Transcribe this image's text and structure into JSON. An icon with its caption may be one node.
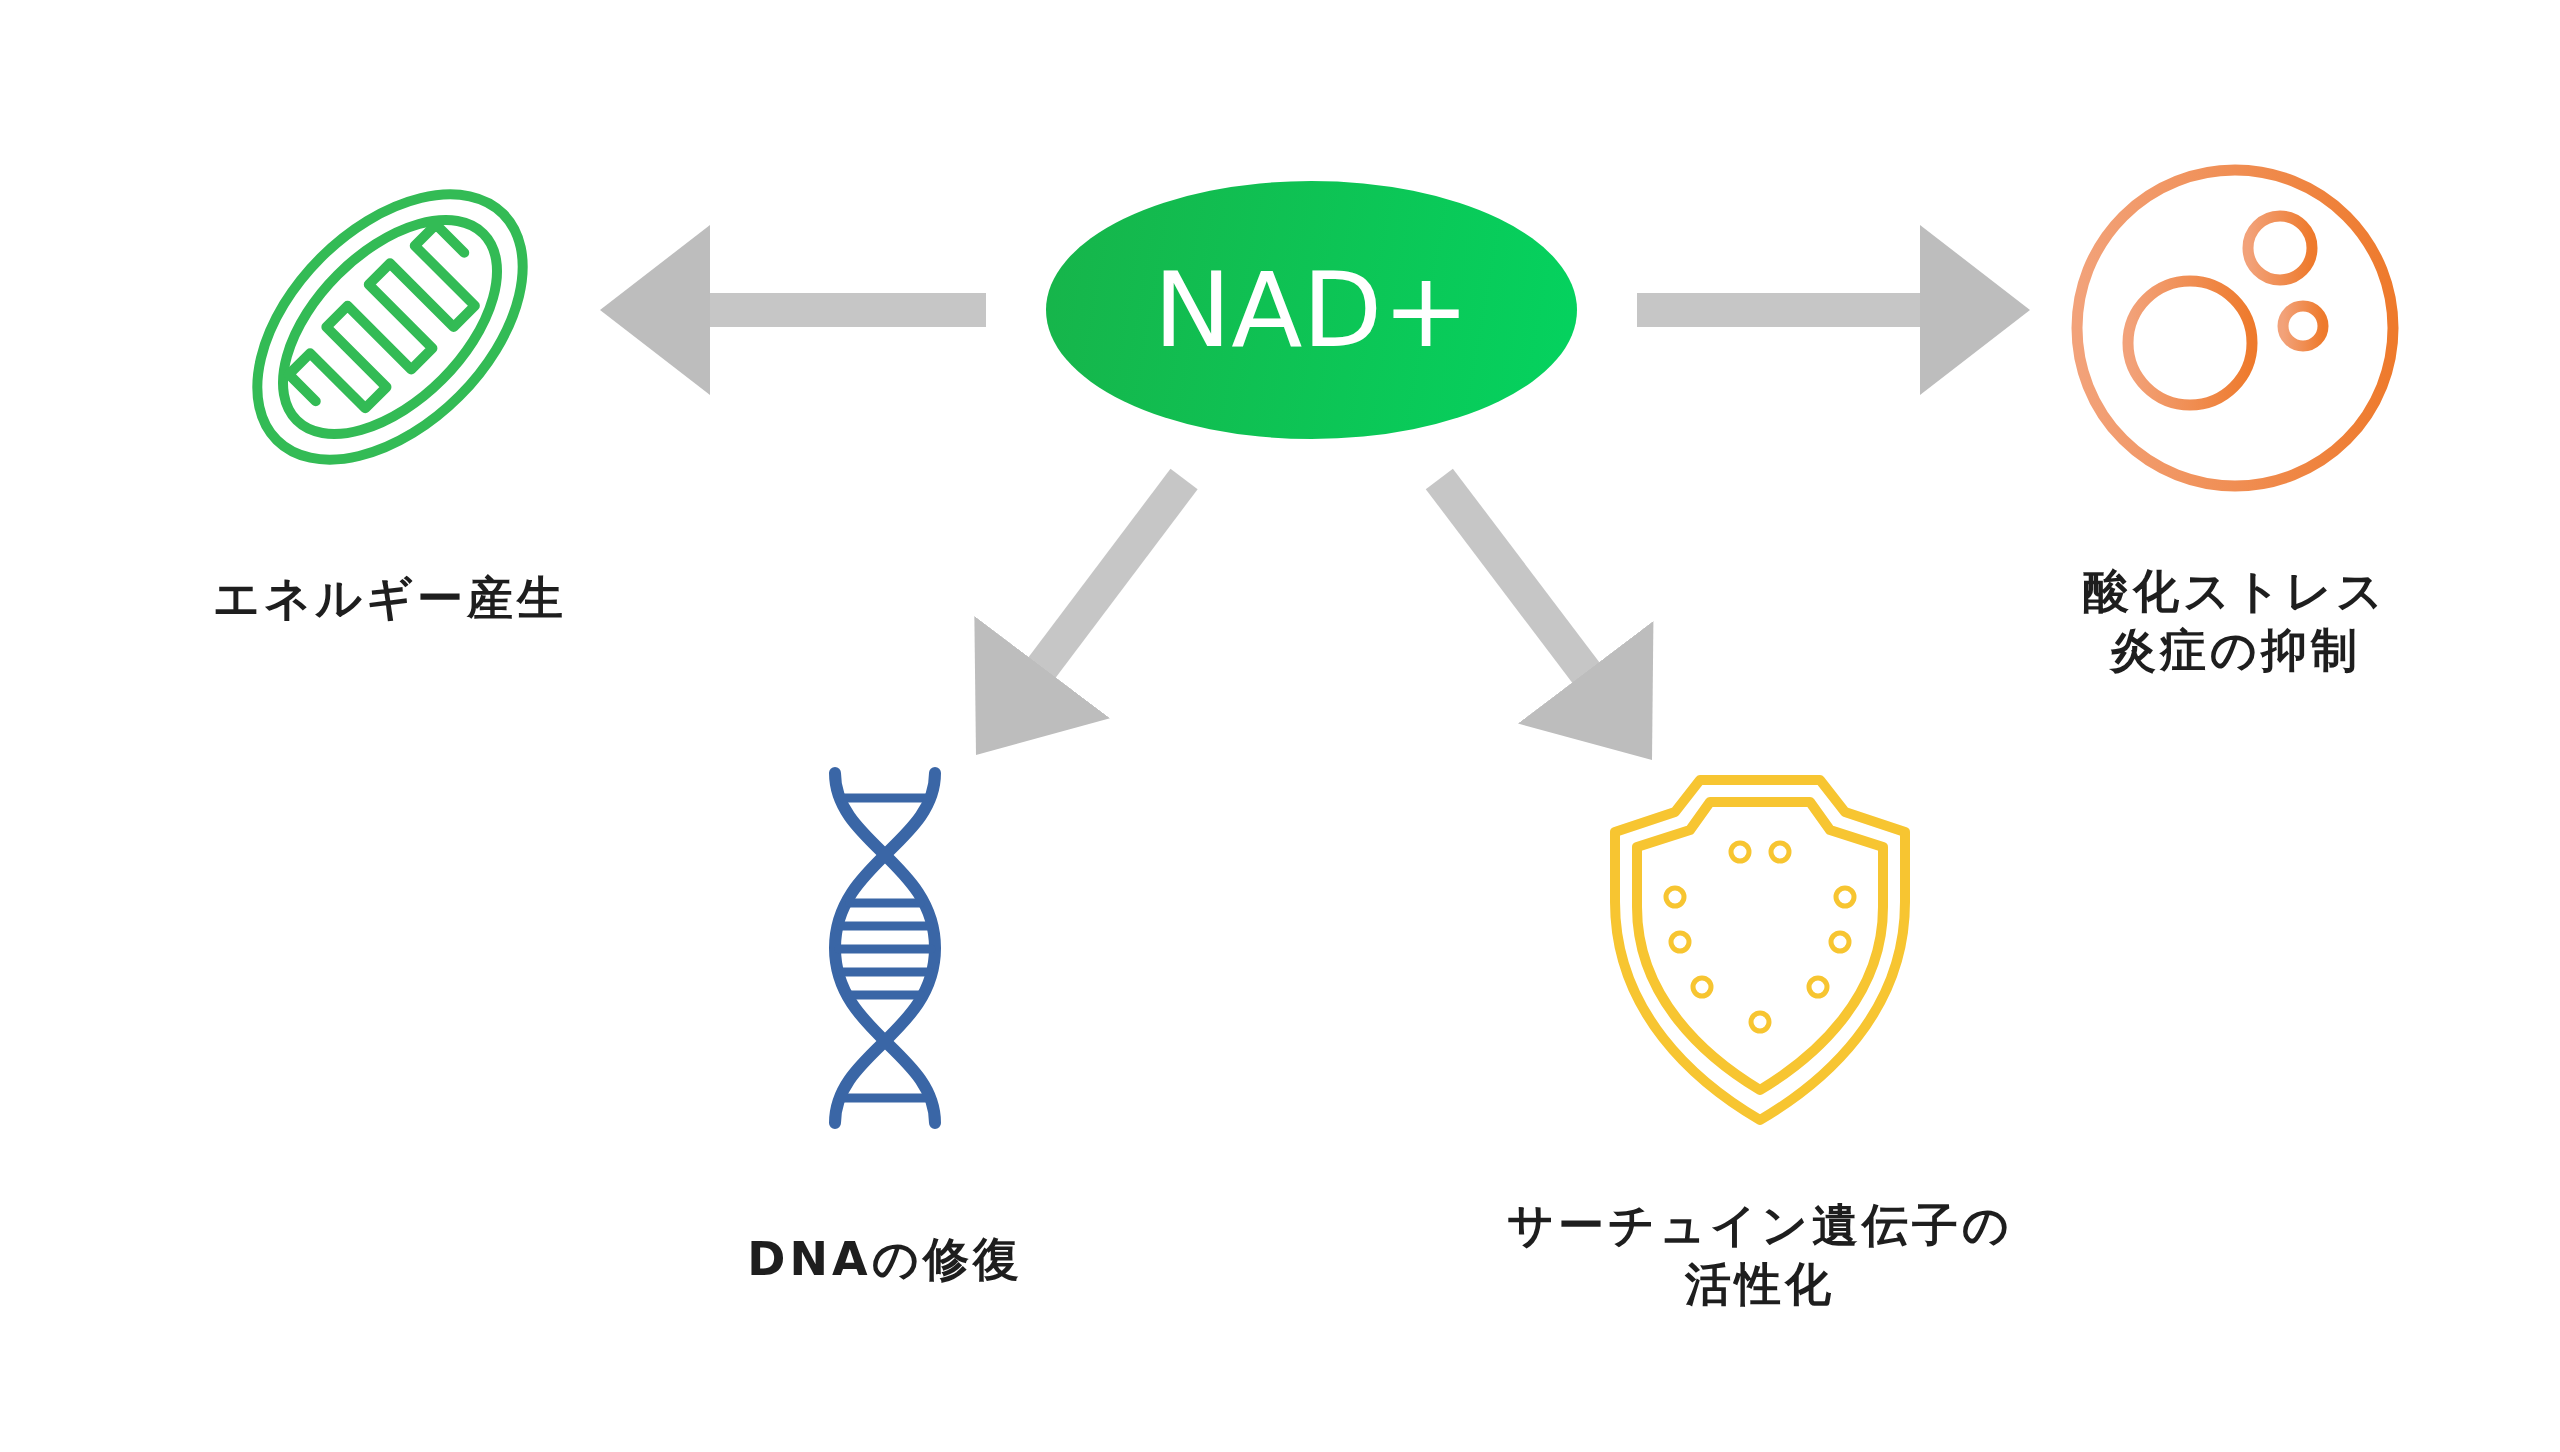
{
  "diagram": {
    "nodes": [
      {
        "text": [
          "NAD+"
        ]
      },
      {
        "text": [
          "エネルギー産生"
        ]
      },
      {
        "text": [
          "酸化ストレス炎症の抑制"
        ]
      },
      {
        "text": [
          "DNAの修復"
        ]
      },
      {
        "text": [
          "サーチュイン遺伝子の活性化"
        ]
      }
    ],
    "edges": [
      {
        "from": 0,
        "to": 1,
        "arrow": "to"
      },
      {
        "from": 0,
        "to": 2,
        "arrow": "to"
      },
      {
        "from": 0,
        "to": 3,
        "arrow": "to"
      },
      {
        "from": 0,
        "to": 4,
        "arrow": "to"
      }
    ]
  }
}
